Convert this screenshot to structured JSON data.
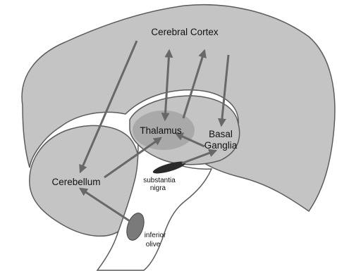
{
  "colors": {
    "tissue": "#c4c4c4",
    "outline": "#5c5c5c",
    "thalamus": "#a9a9a9",
    "arrow": "#686868",
    "substantia_nigra": "#2a2a2a",
    "inferior_olive": "#7a7a7a",
    "background": "#ffffff"
  },
  "labels": {
    "cerebral_cortex": "Cerebral Cortex",
    "thalamus": "Thalamus",
    "basal_ganglia_line1": "Basal",
    "basal_ganglia_line2": "Ganglia",
    "cerebellum": "Cerebellum",
    "substantia_nigra_line1": "substantia",
    "substantia_nigra_line2": "nigra",
    "inferior_olive_line1": "inferior",
    "inferior_olive_line2": "olive"
  }
}
